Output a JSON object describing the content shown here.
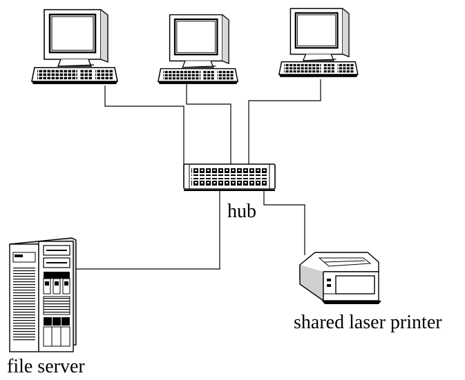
{
  "labels": {
    "hub": "hub",
    "printer": "shared laser printer",
    "server": "file server"
  },
  "colors": {
    "line": "#000000",
    "background": "#ffffff",
    "screen": "#ffffff",
    "shade": "#cfcfcf"
  },
  "nodes": [
    {
      "id": "workstation-1",
      "icon": "desktop-computer-icon"
    },
    {
      "id": "workstation-2",
      "icon": "desktop-computer-icon"
    },
    {
      "id": "workstation-3",
      "icon": "desktop-computer-icon"
    },
    {
      "id": "hub",
      "icon": "network-hub-icon"
    },
    {
      "id": "file-server",
      "icon": "tower-server-icon"
    },
    {
      "id": "shared-laser-printer",
      "icon": "laser-printer-icon"
    }
  ]
}
